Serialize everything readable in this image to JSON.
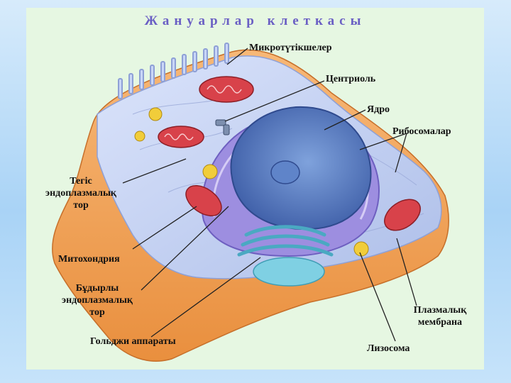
{
  "slide": {
    "title": "Жануарлар клеткасы",
    "background_color": "#e6f7e2",
    "title_color": "#6a5fc4"
  },
  "labels": {
    "microtubules": "Микротүтікшелер",
    "centriole": "Центриоль",
    "nucleus": "Ядро",
    "ribosomes": "Рибосомалар",
    "smooth_er": [
      "Тегіс",
      "эндоплазмалық",
      "тор"
    ],
    "mitochondria": "Митохондрия",
    "rough_er": [
      "Бұдырлы",
      "эндоплазмалық",
      "тор"
    ],
    "plasma_membrane": [
      "Плазмалық",
      "мембрана"
    ],
    "golgi": "Гольджи аппараты",
    "lysosome": "Лизосома"
  },
  "colors": {
    "cytoplasm": "#f0a25a",
    "membrane": "#b7c7ee",
    "nucleus": "#4e73b8",
    "nucleolus": "#3b5aa3",
    "er": "#8f7fd4",
    "mitochondria": "#d8424a",
    "golgi": "#62c2d8",
    "lysosome": "#f1cd3a",
    "leader_line": "#222222"
  }
}
